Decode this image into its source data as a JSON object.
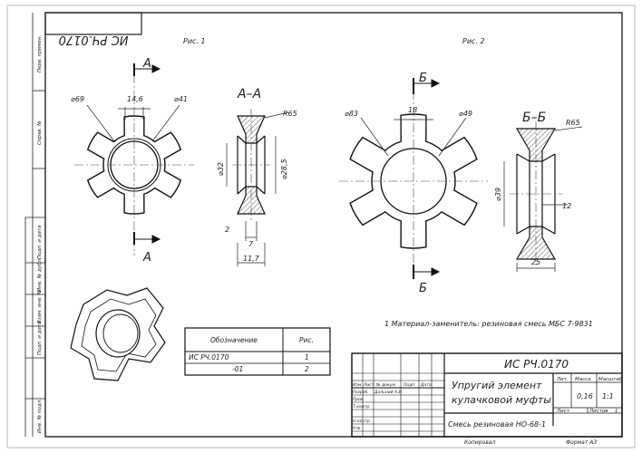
{
  "doc_code_mirrored": "ИС РЧ.0170",
  "fig1_label": "Рис. 1",
  "fig2_label": "Рис. 2",
  "fig1": {
    "cut_letter": "А",
    "section_title": "А–А",
    "dim_outer_dia": "⌀69",
    "dim_inner_dia": "⌀41",
    "dim_width": "14,6",
    "dim_radius": "R65",
    "dim_bore": "⌀32",
    "dim_inner_sec": "⌀28,5",
    "dim_step": "2",
    "dim_thick_inner": "7",
    "dim_thick_outer": "11,7"
  },
  "fig2": {
    "cut_letter": "Б",
    "section_title": "Б–Б",
    "dim_outer_dia": "⌀83",
    "dim_inner_dia": "⌀49",
    "dim_width": "18",
    "dim_radius": "R65",
    "dim_bore": "⌀39",
    "dim_thick_inner": "12",
    "dim_thick_outer": "25"
  },
  "material_note": "1 Материал-заменитель: резиновая смесь МБС 7-9831",
  "spec_table": {
    "headers": [
      "Обозначение",
      "Рис."
    ],
    "rows": [
      {
        "designation": "ИС РЧ.0170",
        "fig": "1"
      },
      {
        "designation": "-01",
        "fig": "2"
      }
    ]
  },
  "title_block": {
    "doc_code": "ИС РЧ.0170",
    "part_name_line1": "Упругий элемент",
    "part_name_line2": "кулачковой муфты",
    "material": "Смесь резиновая НО-68-1",
    "col_lit": "Лит.",
    "col_mass": "Масса",
    "col_scale": "Масштаб",
    "mass": "0,16",
    "scale": "1:1",
    "sheet_label": "Лист",
    "sheets_label": "Листов",
    "sheets_count": "1",
    "rows_labels": [
      "Изм.",
      "Лист",
      "№ докум.",
      "Подп.",
      "Дата"
    ],
    "role_develop": "Разраб.",
    "developer": "Дальний А.И.",
    "role_check": "Пров.",
    "role_tcontrol": "Т.контр.",
    "role_ncontrol": "Н.контр.",
    "role_approve": "Утв.",
    "copied": "Копировал",
    "format": "Формат  А3"
  },
  "side_labels": [
    "Перв. примен.",
    "Справ. №",
    "Подп. и дата",
    "Инв. № дубл.",
    "Взам. инв. №",
    "Подп. и дата",
    "Инв. № подл."
  ]
}
